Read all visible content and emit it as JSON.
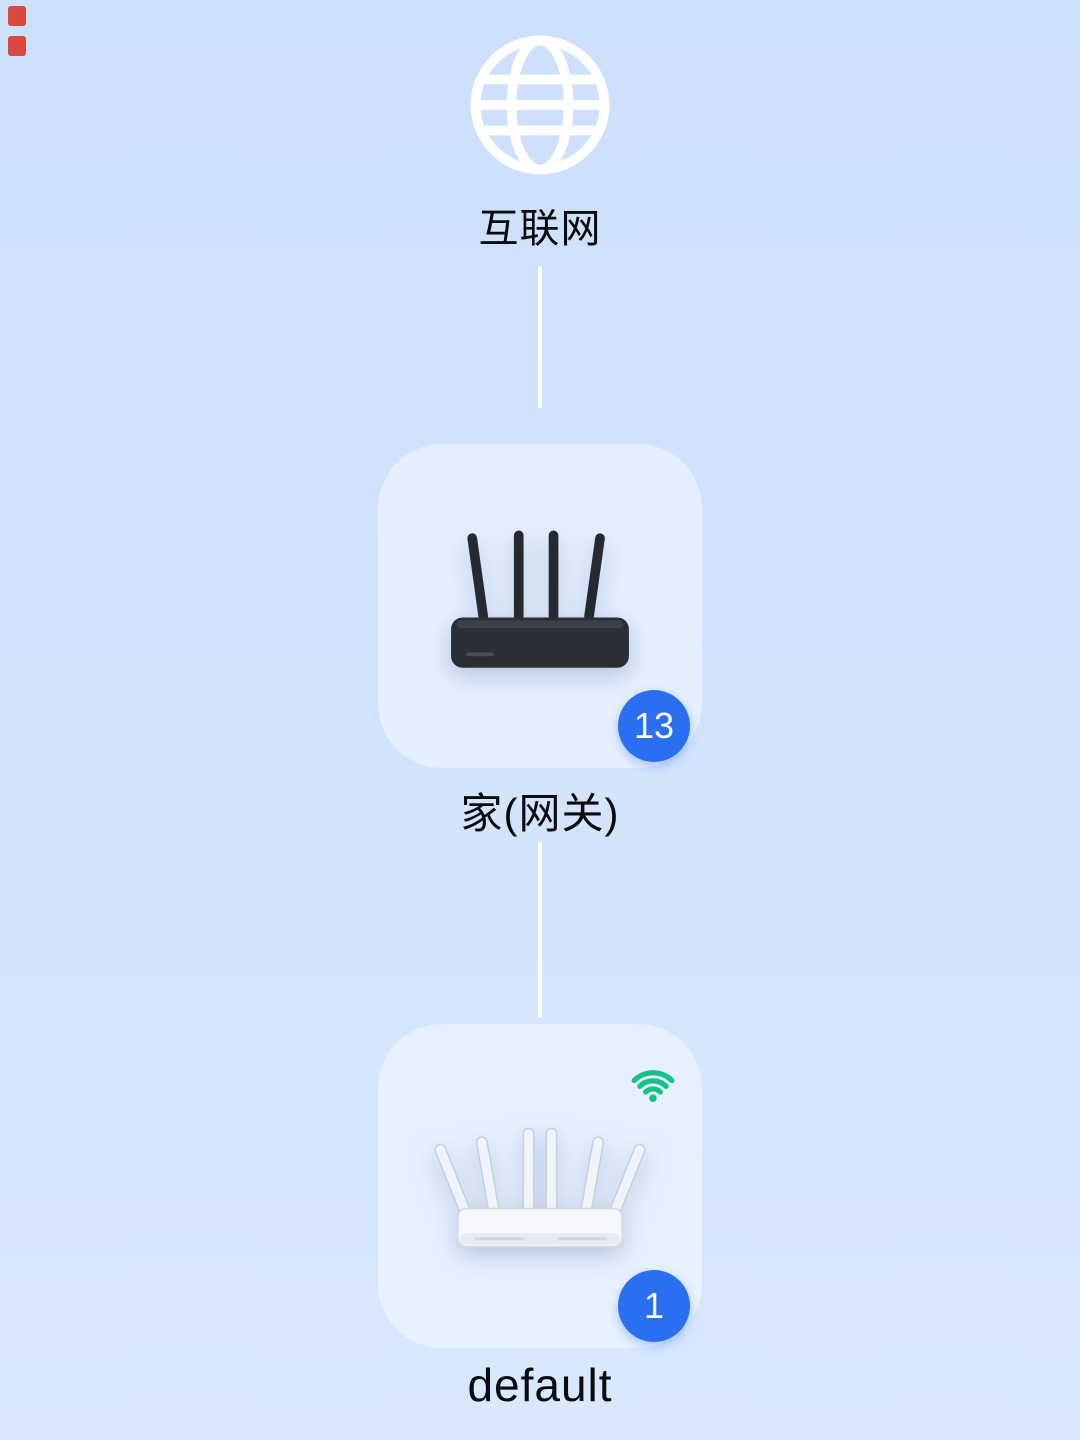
{
  "screen": {
    "background": "#cfe0fb"
  },
  "internet": {
    "label": "互联网"
  },
  "gateway_node": {
    "label": "家(网关)",
    "client_count": "13"
  },
  "child_node": {
    "label": "default",
    "client_count": "1"
  },
  "colors": {
    "badge_blue": "#2a6ff2",
    "wifi_green": "#12c286",
    "connector_white": "#ffffff",
    "corner_mark_red": "#d93a2b"
  },
  "icons": {
    "globe": "globe-icon",
    "wifi": "wifi-icon",
    "gateway_device": "black-router-image",
    "child_device": "white-router-image"
  }
}
